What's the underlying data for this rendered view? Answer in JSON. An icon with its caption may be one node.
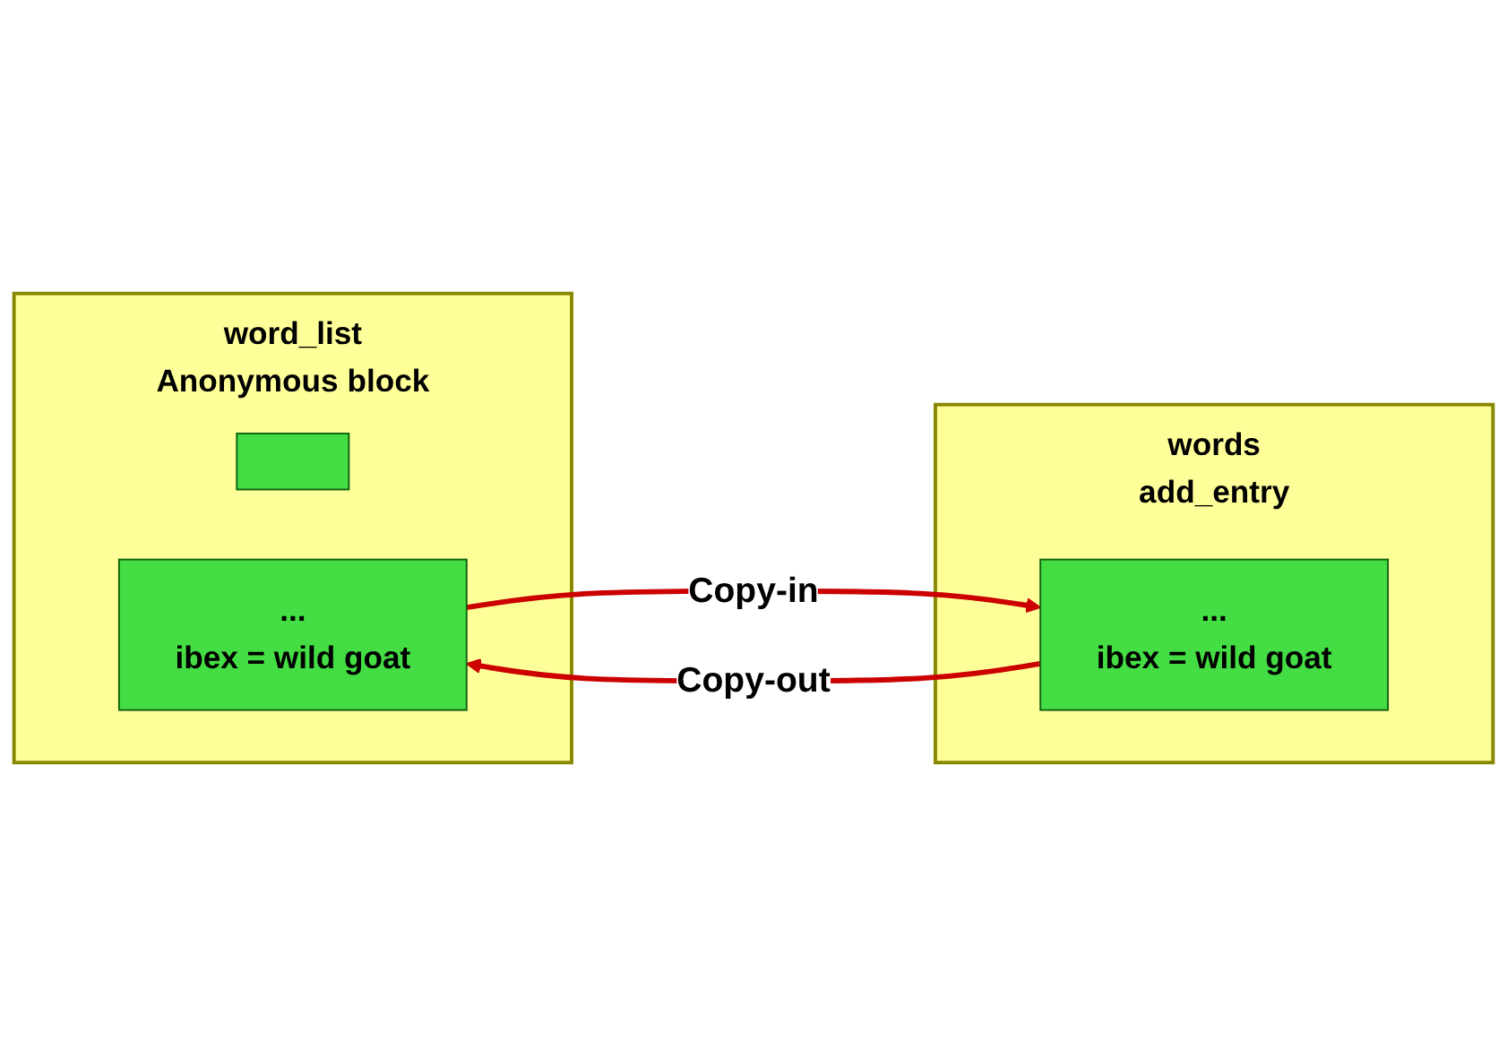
{
  "diagram": {
    "nodes": [
      {
        "text": [
          "word_list",
          "Anonymous block"
        ]
      },
      {
        "text": [],
        "shape": "box",
        "in": 0
      },
      {
        "text": [
          "...",
          "ibex = wild goat"
        ],
        "in": 0
      },
      {
        "text": [
          "words",
          "add_entry"
        ]
      },
      {
        "text": [
          "...",
          "ibex = wild goat"
        ],
        "in": 3
      }
    ],
    "edges": [
      {
        "from": 2,
        "to": 4,
        "arrow": "to",
        "label": "Copy-in"
      },
      {
        "from": 4,
        "to": 2,
        "arrow": "to",
        "label": "Copy-out"
      }
    ]
  }
}
